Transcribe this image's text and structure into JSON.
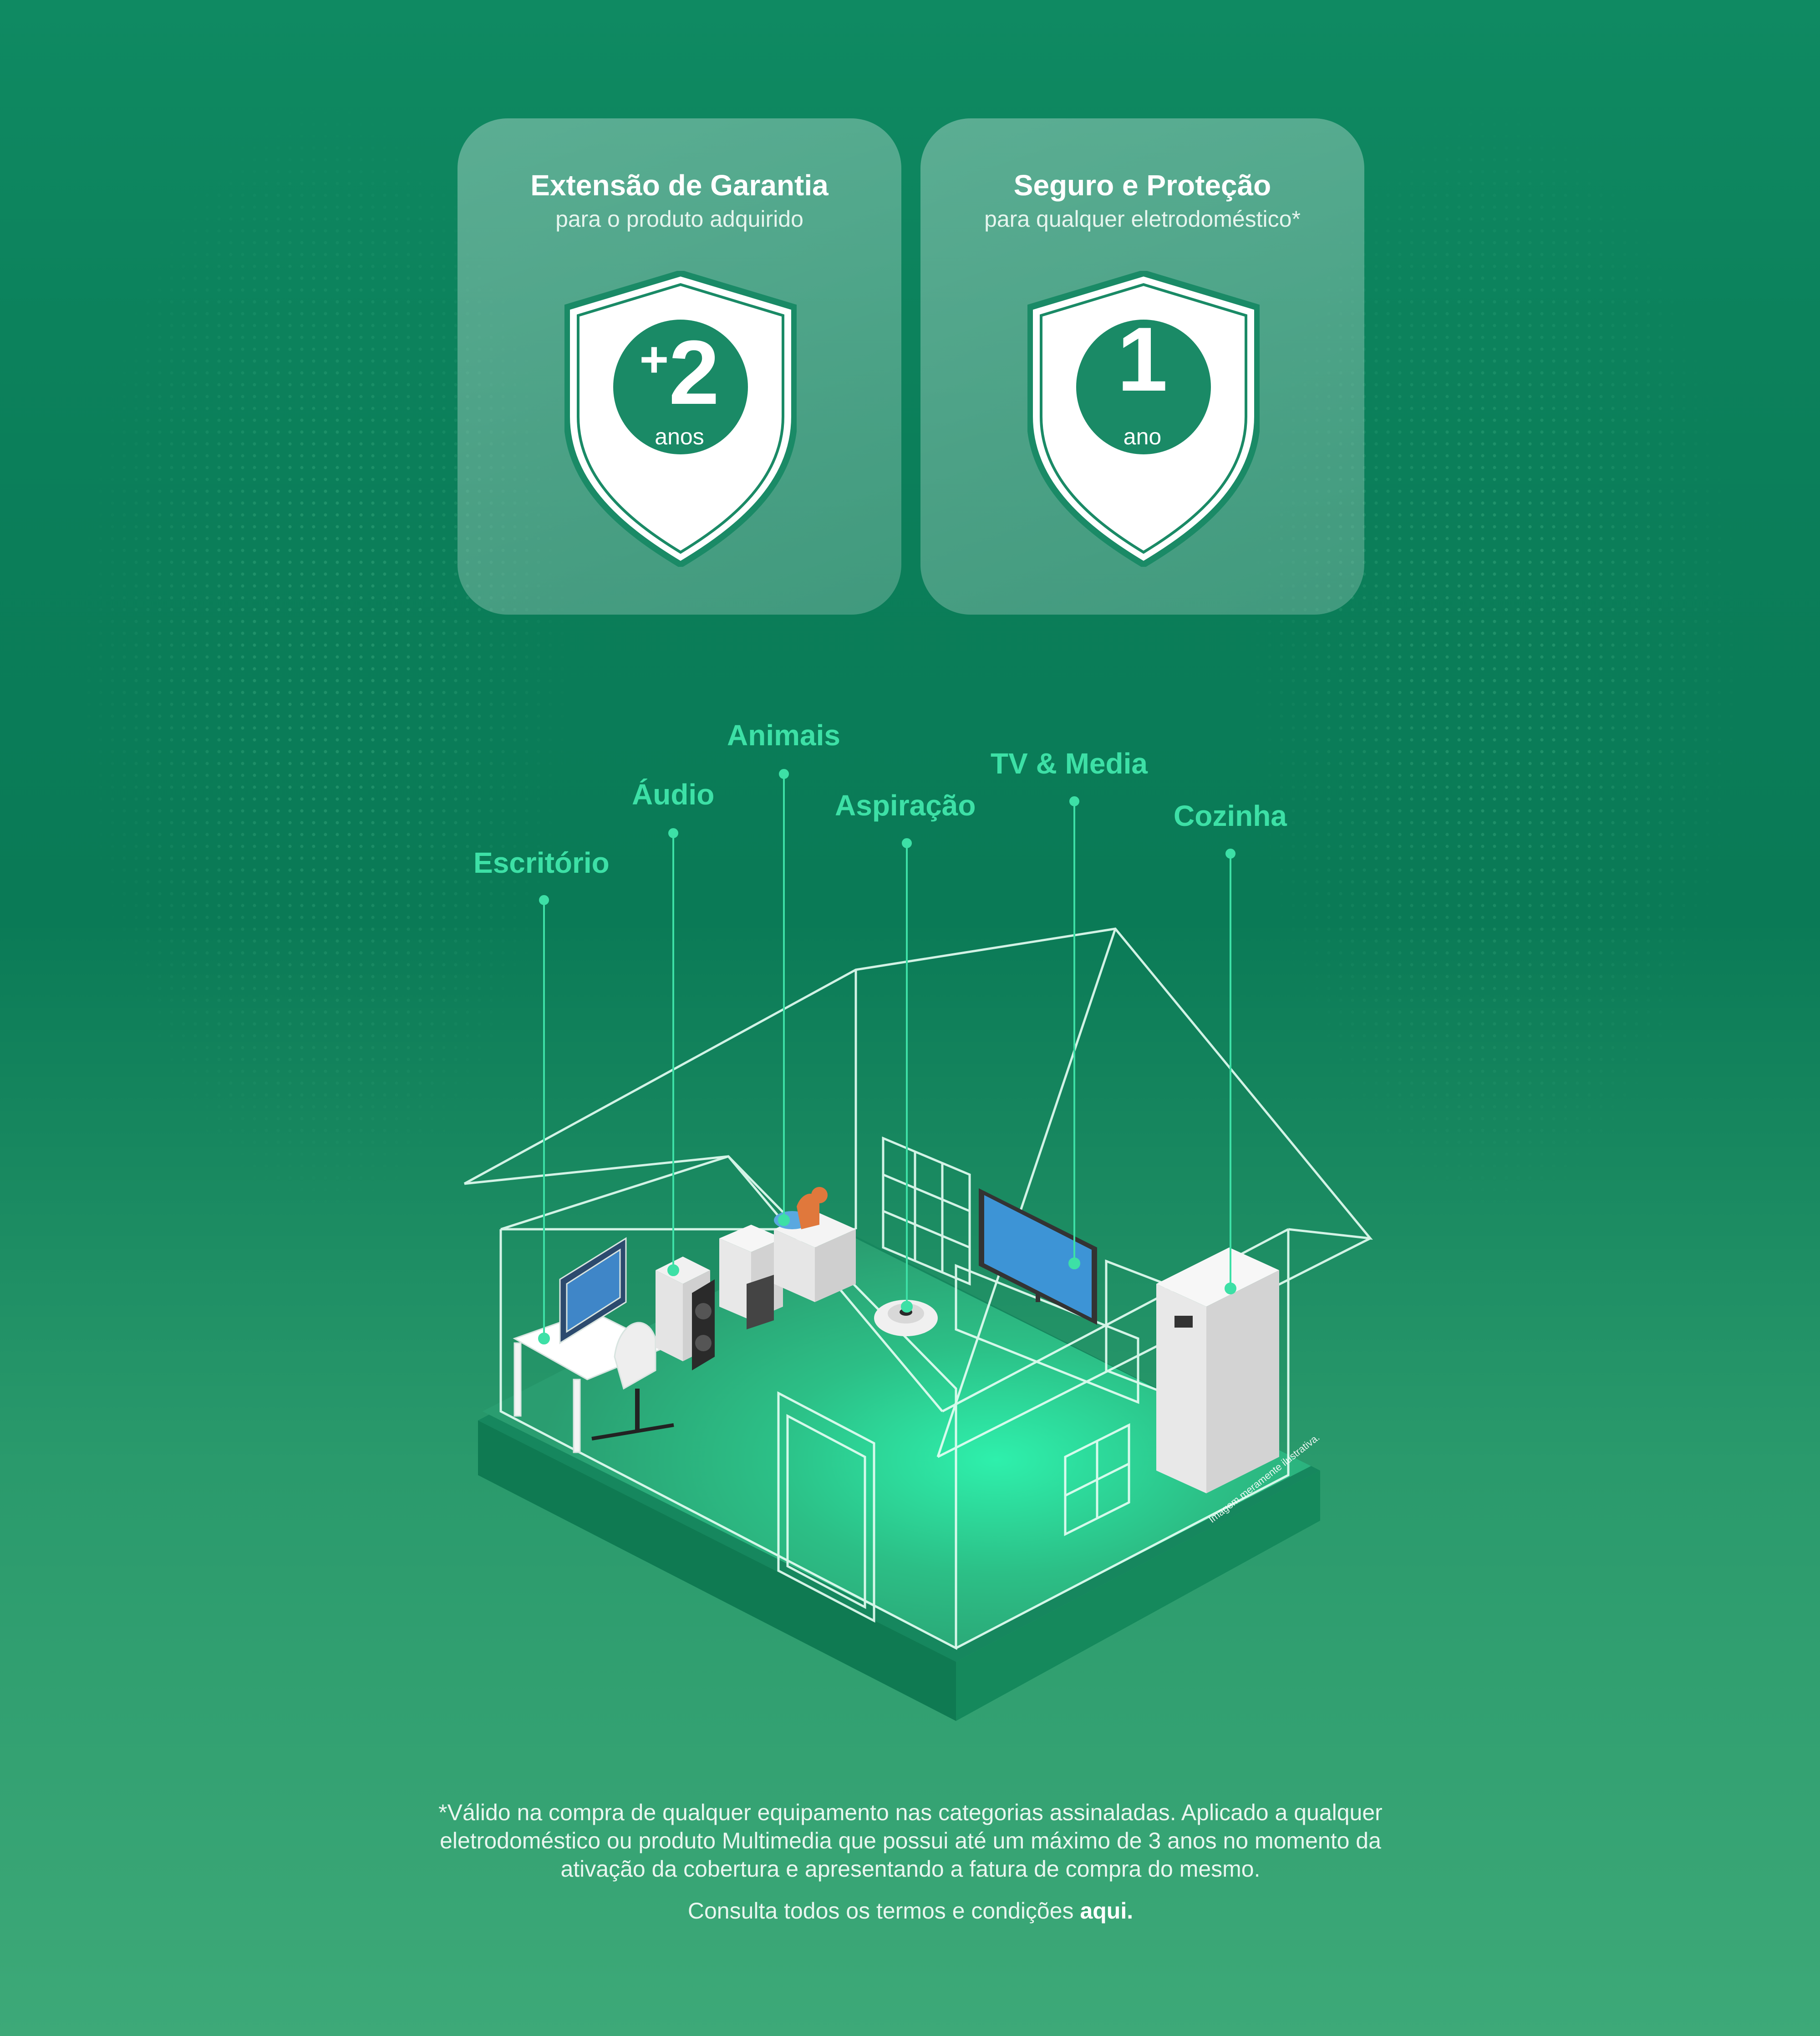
{
  "cards": [
    {
      "title": "Extensão de Garantia",
      "subtitle": "para o produto adquirido",
      "badge_prefix": "+",
      "badge_number": "2",
      "badge_unit": "anos"
    },
    {
      "title": "Seguro e Proteção",
      "subtitle": "para qualquer eletrodoméstico*",
      "badge_prefix": "",
      "badge_number": "1",
      "badge_unit": "ano"
    }
  ],
  "categories": [
    "Escritório",
    "Áudio",
    "Animais",
    "Aspiração",
    "TV & Media",
    "Cozinha"
  ],
  "image_caption": "Imagem meramente ilustrativa.",
  "footnote": "*Válido na compra de qualquer equipamento nas categorias assinaladas. Aplicado a qualquer eletrodoméstico ou produto Multimedia que possui até um máximo de 3 anos no momento da ativação da cobertura e apresentando a fatura de compra do mesmo.",
  "terms": {
    "text": "Consulta todos os termos e condições ",
    "link": "aqui."
  },
  "colors": {
    "accent": "#3de0a6",
    "shield_circle": "#1a8a66",
    "background": "#0a7a56"
  }
}
